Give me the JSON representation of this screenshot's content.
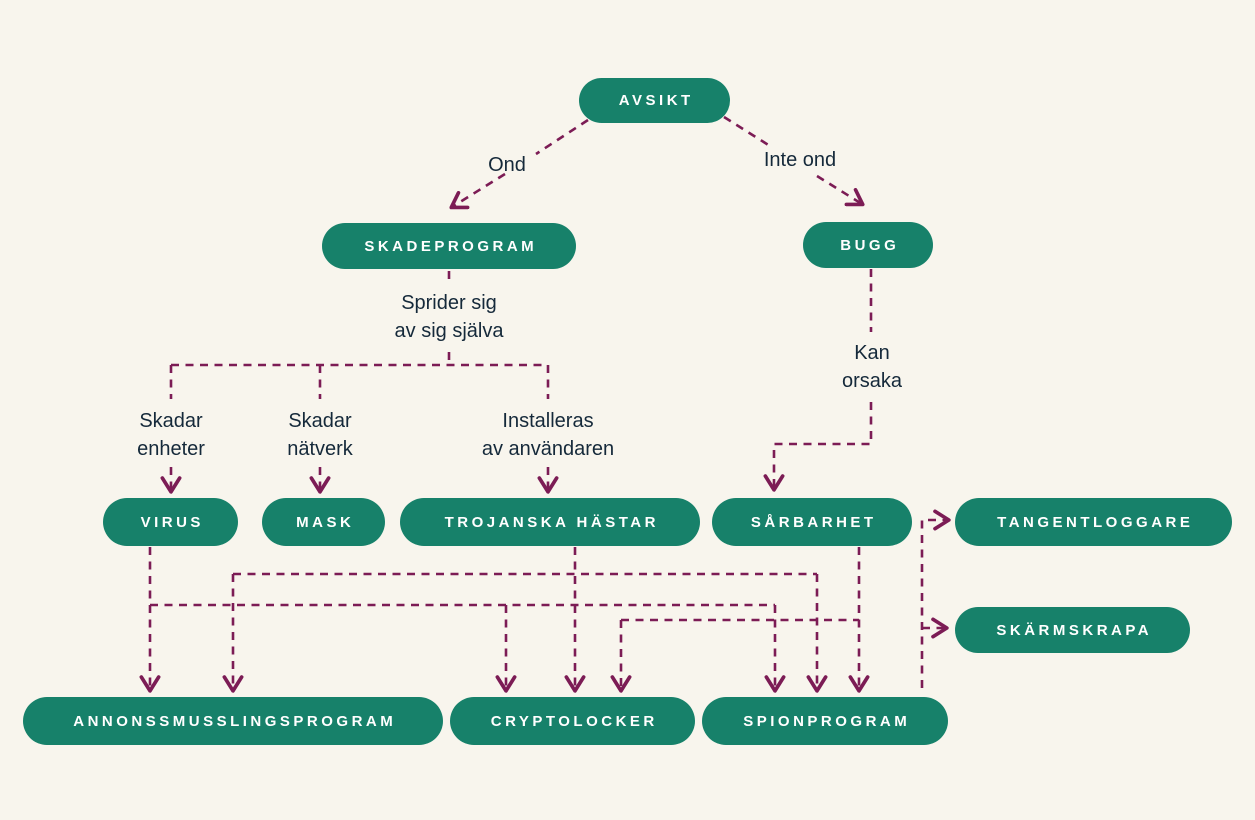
{
  "diagram": {
    "colors": {
      "background": "#f8f5ed",
      "node_fill": "#17816a",
      "node_text": "#ffffff",
      "connector": "#7c1c55",
      "label_text": "#15293a"
    },
    "nodes": {
      "avsikt": {
        "label": "AVSIKT"
      },
      "skadeprogram": {
        "label": "SKADEPROGRAM"
      },
      "bugg": {
        "label": "BUGG"
      },
      "virus": {
        "label": "VIRUS"
      },
      "mask": {
        "label": "MASK"
      },
      "trojanska": {
        "label": "TROJANSKA HÄSTAR"
      },
      "sarbarhet": {
        "label": "SÅRBARHET"
      },
      "tangentloggare": {
        "label": "TANGENTLOGGARE"
      },
      "skarmskrapa": {
        "label": "SKÄRMSKRAPA"
      },
      "annons": {
        "label": "ANNONSSMUSSLINGSPROGRAM"
      },
      "cryptolocker": {
        "label": "CRYPTOLOCKER"
      },
      "spionprogram": {
        "label": "SPIONPROGRAM"
      }
    },
    "edge_labels": {
      "ond": "Ond",
      "inte_ond": "Inte ond",
      "sprider": "Sprider sig\nav sig själva",
      "kan_orsaka": "Kan\norsaka",
      "skadar_enheter": "Skadar\nenheter",
      "skadar_natverk": "Skadar\nnätverk",
      "installeras": "Installeras\nav användaren"
    },
    "edges": [
      {
        "from": "AVSIKT",
        "to": "SKADEPROGRAM",
        "label": "Ond"
      },
      {
        "from": "AVSIKT",
        "to": "BUGG",
        "label": "Inte ond"
      },
      {
        "from": "SKADEPROGRAM",
        "to": "VIRUS",
        "label": "Sprider sig av sig själva · Skadar enheter"
      },
      {
        "from": "SKADEPROGRAM",
        "to": "MASK",
        "label": "Sprider sig av sig själva · Skadar nätverk"
      },
      {
        "from": "SKADEPROGRAM",
        "to": "TROJANSKA HÄSTAR",
        "label": "Sprider sig av sig själva · Installeras av användaren"
      },
      {
        "from": "BUGG",
        "to": "SÅRBARHET",
        "label": "Kan orsaka"
      },
      {
        "from": "VIRUS",
        "to": "ANNONSSMUSSLINGSPROGRAM",
        "label": ""
      },
      {
        "from": "VIRUS",
        "to": "CRYPTOLOCKER",
        "label": ""
      },
      {
        "from": "VIRUS",
        "to": "SPIONPROGRAM",
        "label": ""
      },
      {
        "from": "TROJANSKA HÄSTAR",
        "to": "ANNONSSMUSSLINGSPROGRAM",
        "label": ""
      },
      {
        "from": "TROJANSKA HÄSTAR",
        "to": "CRYPTOLOCKER",
        "label": ""
      },
      {
        "from": "TROJANSKA HÄSTAR",
        "to": "SPIONPROGRAM",
        "label": ""
      },
      {
        "from": "SÅRBARHET",
        "to": "CRYPTOLOCKER",
        "label": ""
      },
      {
        "from": "SÅRBARHET",
        "to": "SPIONPROGRAM",
        "label": ""
      },
      {
        "from": "SPIONPROGRAM",
        "to": "TANGENTLOGGARE",
        "label": ""
      },
      {
        "from": "SPIONPROGRAM",
        "to": "SKÄRMSKRAPA",
        "label": ""
      }
    ]
  }
}
